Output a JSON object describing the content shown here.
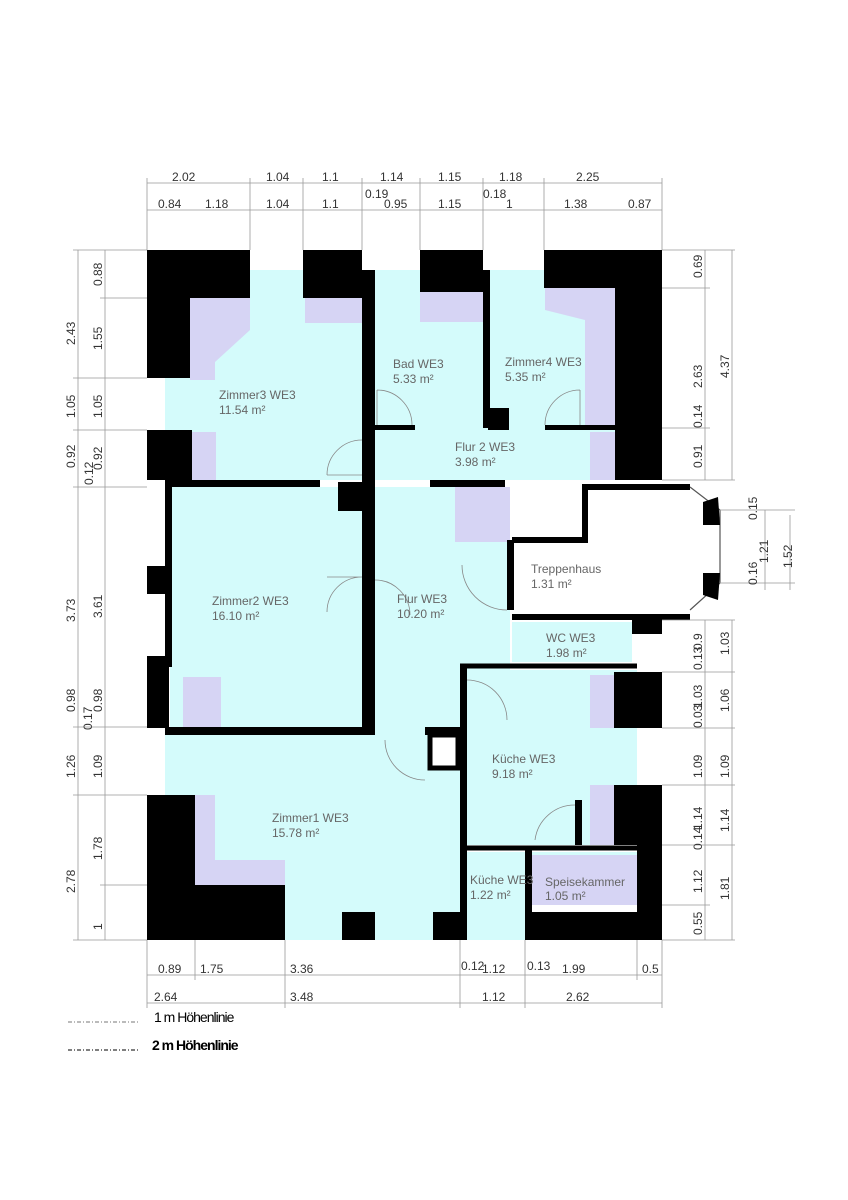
{
  "rooms": {
    "zimmer3": {
      "name": "Zimmer3 WE3",
      "area": "11.54 m²"
    },
    "bad": {
      "name": "Bad WE3",
      "area": "5.33 m²"
    },
    "zimmer4": {
      "name": "Zimmer4 WE3",
      "area": "5.35 m²"
    },
    "flur2": {
      "name": "Flur 2 WE3",
      "area": "3.98 m²"
    },
    "zimmer2": {
      "name": "Zimmer2 WE3",
      "area": "16.10 m²"
    },
    "flur": {
      "name": "Flur WE3",
      "area": "10.20 m²"
    },
    "treppenhaus": {
      "name": "Treppenhaus",
      "area": "1.31 m²"
    },
    "wc": {
      "name": "WC WE3",
      "area": "1.98 m²"
    },
    "kueche": {
      "name": "Küche WE3",
      "area": "9.18 m²"
    },
    "zimmer1": {
      "name": "Zimmer1 WE3",
      "area": "15.78 m²"
    },
    "kueche_small": {
      "name": "Küche WE3",
      "area": "1.22 m²"
    },
    "speisekammer": {
      "name": "Speisekammer",
      "area": "1.05 m²"
    }
  },
  "dims": {
    "top_outer": [
      "2.02",
      "1.04",
      "1.1",
      "1.14",
      "1.15",
      "1.18",
      "2.25"
    ],
    "top_inner": [
      "0.84",
      "1.18",
      "1.04",
      "1.1",
      "0.19",
      "0.95",
      "1.15",
      "0.18",
      "1",
      "1.38",
      "0.87"
    ],
    "left_outer": [
      "2.43",
      "1.05",
      "0.92",
      "0.12",
      "3.73",
      "0.98",
      "0.17",
      "1.26",
      "2.78"
    ],
    "left_inner": [
      "0.88",
      "1.55",
      "1.05",
      "0.92",
      "3.61",
      "0.98",
      "1.09",
      "1.78",
      "1"
    ],
    "right_inner": [
      "0.69",
      "2.63",
      "0.14",
      "0.91",
      "0.13",
      "0.9",
      "0.03",
      "1.03",
      "1.09",
      "0.14",
      "1.14",
      "0.55",
      "1.12"
    ],
    "right_outer": [
      "4.37",
      "1.03",
      "1.06",
      "1.09",
      "1.14",
      "1.81"
    ],
    "stair": [
      "0.15",
      "0.16",
      "1.21",
      "1.52"
    ],
    "bottom_inner": [
      "0.89",
      "1.75",
      "3.36",
      "0.12",
      "1.12",
      "0.13",
      "1.99",
      "0.5"
    ],
    "bottom_outer": [
      "2.64",
      "3.48",
      "1.12",
      "2.62"
    ]
  },
  "legend": [
    {
      "label": "1 m Höhenlinie"
    },
    {
      "label": "2 m Höhenlinie"
    }
  ],
  "colors": {
    "room": "#d4fbfb",
    "slope": "#d6d4f4",
    "wall": "#000000"
  }
}
